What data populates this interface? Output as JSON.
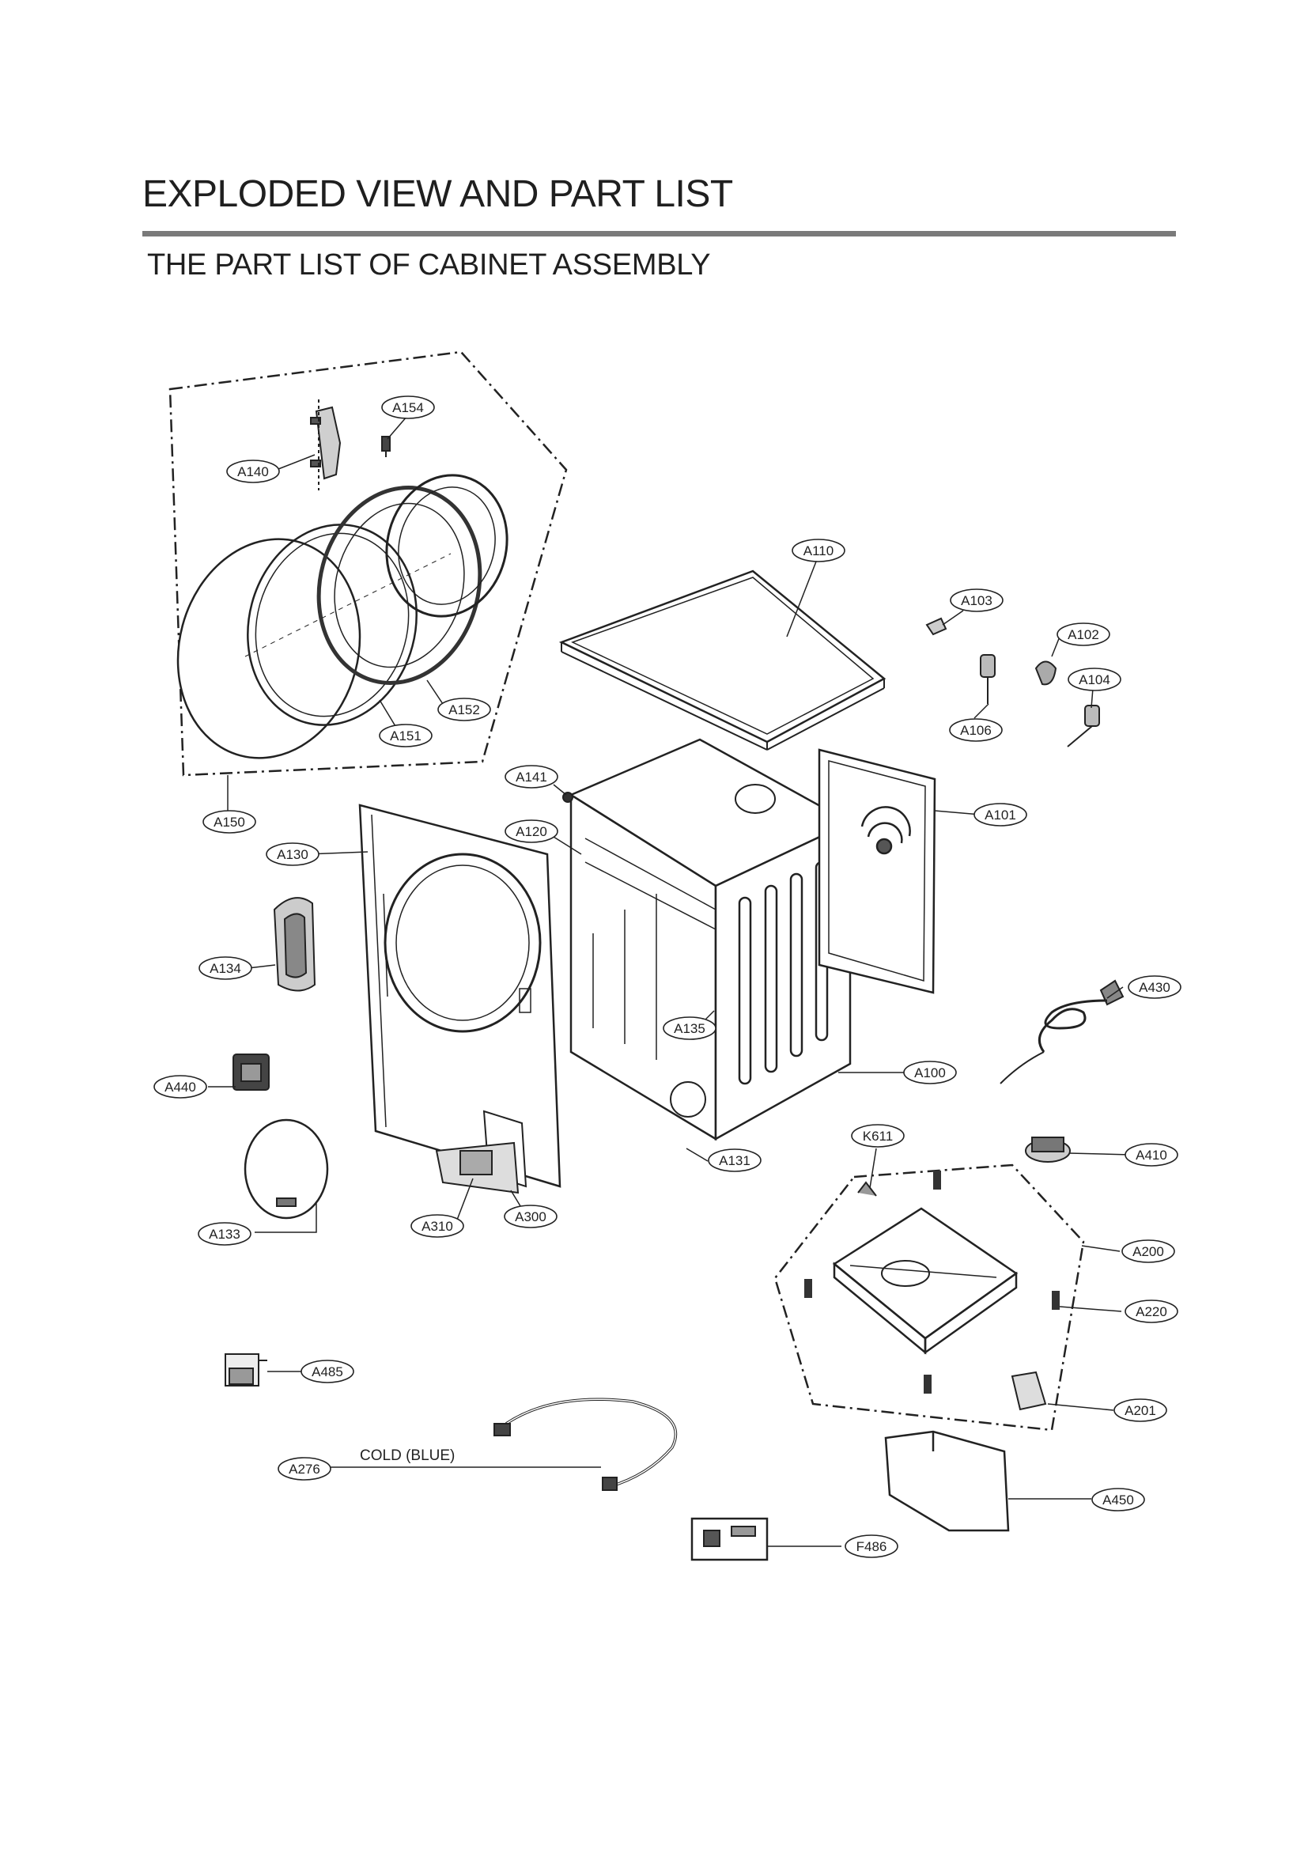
{
  "page": {
    "title": "EXPLODED VIEW AND PART LIST",
    "subtitle": "THE PART LIST OF CABINET ASSEMBLY"
  },
  "diagram": {
    "callout_labels": [
      "A154",
      "A140",
      "A110",
      "A103",
      "A102",
      "A104",
      "A106",
      "A152",
      "A151",
      "A150",
      "A141",
      "A120",
      "A130",
      "A101",
      "A134",
      "A430",
      "A135",
      "A100",
      "A440",
      "K611",
      "A131",
      "A410",
      "A133",
      "A310",
      "A300",
      "A200",
      "A220",
      "A485",
      "A201",
      "A276",
      "A450",
      "F486"
    ],
    "annotation": "COLD (BLUE)"
  }
}
